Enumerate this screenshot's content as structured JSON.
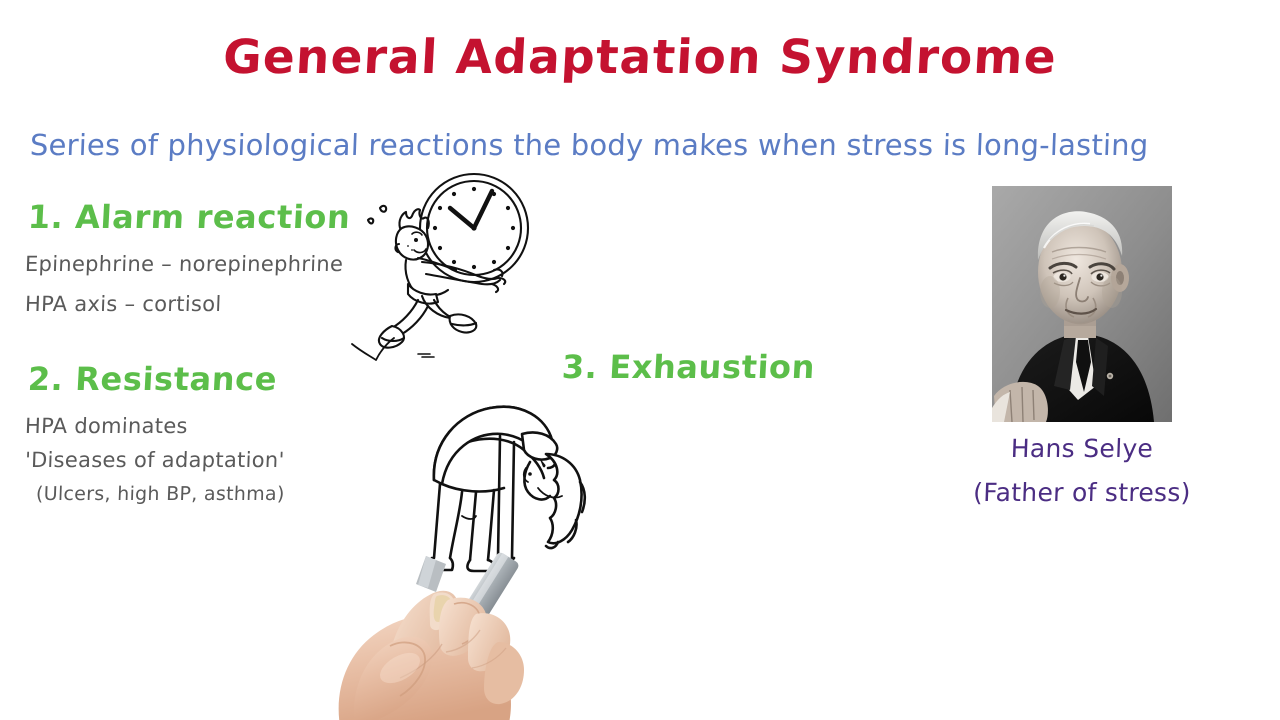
{
  "slide": {
    "title": "General Adaptation Syndrome",
    "subtitle": "Series of physiological reactions the body makes when stress is long-lasting"
  },
  "stages": [
    {
      "heading": "1. Alarm reaction",
      "lines": [
        "Epinephrine – norepinephrine",
        "HPA axis – cortisol"
      ]
    },
    {
      "heading": "2. Resistance",
      "lines": [
        "HPA dominates",
        "'Diseases of adaptation'",
        "(Ulcers, high BP, asthma)"
      ]
    },
    {
      "heading": "3. Exhaustion",
      "lines": []
    }
  ],
  "portrait": {
    "name": "Hans Selye",
    "subtitle": "(Father of stress)",
    "alt": "black-and-white portrait photograph of an older man in a dark suit"
  },
  "illustrations": [
    {
      "name": "running-person-carrying-clock",
      "description": "line drawing of a person running while carrying a large clock"
    },
    {
      "name": "exhausted-person-bent-over",
      "description": "line drawing of a person bent over with hair hanging down"
    },
    {
      "name": "hand-holding-marker",
      "description": "photo of a hand holding a grey whiteboard marker"
    }
  ],
  "colors": {
    "title_red": "#C41230",
    "subtitle_blue": "#5B7CC4",
    "stage_green": "#5CBE4A",
    "body_gray": "#5A5A5A",
    "caption_purple": "#4B2D83",
    "background": "#FFFFFF",
    "ink_black": "#111111"
  }
}
